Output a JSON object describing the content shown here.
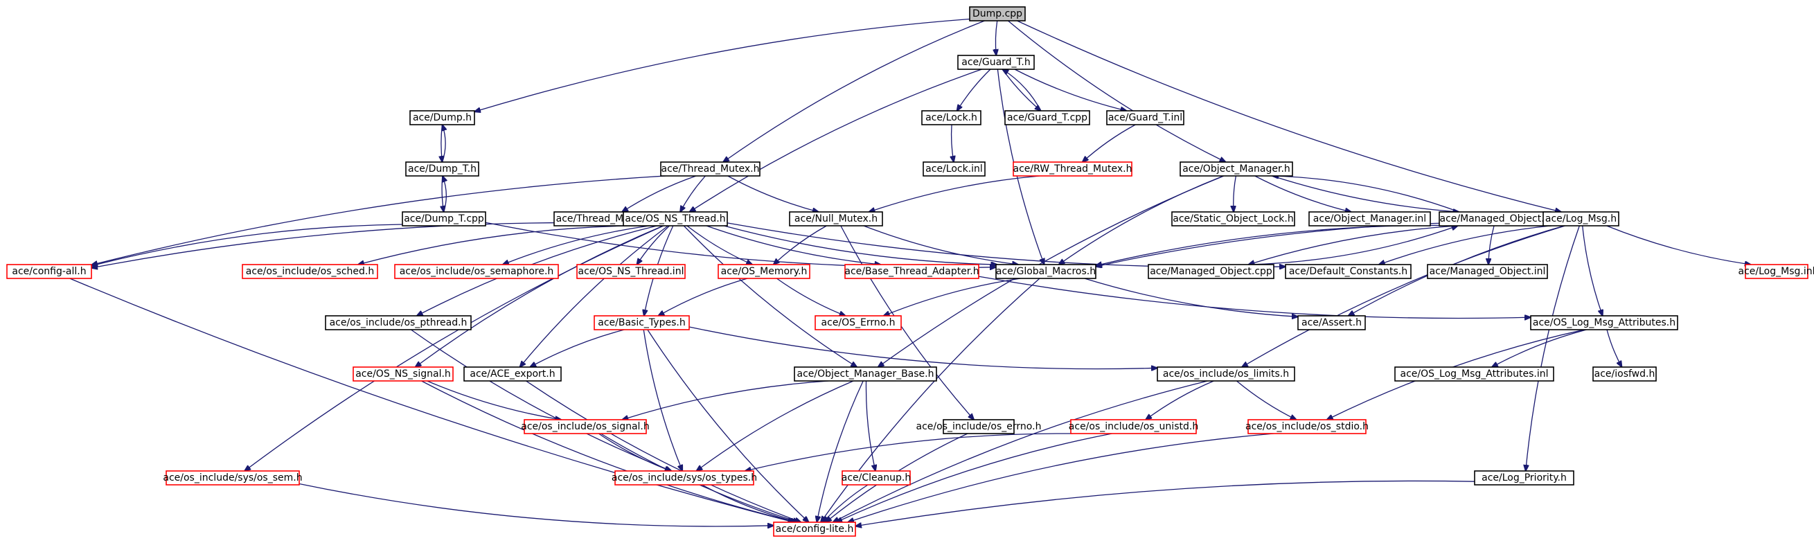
{
  "colors": {
    "edge": "#191970",
    "plain_border": "#000000",
    "missing_border": "#ff0000",
    "root_fill": "#bfbfbf"
  },
  "nodes": [
    {
      "id": "dump_cpp",
      "label": "Dump.cpp",
      "kind": "root"
    },
    {
      "id": "guard_t_h",
      "label": "ace/Guard_T.h",
      "kind": "plain"
    },
    {
      "id": "dump_h",
      "label": "ace/Dump.h",
      "kind": "plain"
    },
    {
      "id": "lock_h",
      "label": "ace/Lock.h",
      "kind": "plain"
    },
    {
      "id": "guard_t_cpp",
      "label": "ace/Guard_T.cpp",
      "kind": "plain"
    },
    {
      "id": "guard_t_inl",
      "label": "ace/Guard_T.inl",
      "kind": "plain"
    },
    {
      "id": "dump_t_h",
      "label": "ace/Dump_T.h",
      "kind": "plain"
    },
    {
      "id": "lock_inl",
      "label": "ace/Lock.inl",
      "kind": "plain"
    },
    {
      "id": "thread_mutex_h",
      "label": "ace/Thread_Mutex.h",
      "kind": "plain"
    },
    {
      "id": "rw_thread_mutex_h",
      "label": "ace/RW_Thread_Mutex.h",
      "kind": "red"
    },
    {
      "id": "object_manager_h",
      "label": "ace/Object_Manager.h",
      "kind": "plain"
    },
    {
      "id": "dump_t_cpp",
      "label": "ace/Dump_T.cpp",
      "kind": "plain"
    },
    {
      "id": "thread_mutex_inl",
      "label": "ace/Thread_Mutex.inl",
      "kind": "plain"
    },
    {
      "id": "os_ns_thread_h",
      "label": "ace/OS_NS_Thread.h",
      "kind": "plain"
    },
    {
      "id": "null_mutex_h",
      "label": "ace/Null_Mutex.h",
      "kind": "plain"
    },
    {
      "id": "static_object_lock_h",
      "label": "ace/Static_Object_Lock.h",
      "kind": "plain"
    },
    {
      "id": "object_manager_inl",
      "label": "ace/Object_Manager.inl",
      "kind": "plain"
    },
    {
      "id": "managed_object_h",
      "label": "ace/Managed_Object.h",
      "kind": "plain"
    },
    {
      "id": "log_msg_h",
      "label": "ace/Log_Msg.h",
      "kind": "plain"
    },
    {
      "id": "config_all_h",
      "label": "ace/config-all.h",
      "kind": "red"
    },
    {
      "id": "os_sched_h",
      "label": "ace/os_include/os_sched.h",
      "kind": "red"
    },
    {
      "id": "os_semaphore_h",
      "label": "ace/os_include/os_semaphore.h",
      "kind": "red"
    },
    {
      "id": "os_ns_thread_inl",
      "label": "ace/OS_NS_Thread.inl",
      "kind": "red"
    },
    {
      "id": "os_memory_h",
      "label": "ace/OS_Memory.h",
      "kind": "red"
    },
    {
      "id": "base_thread_adapter_h",
      "label": "ace/Base_Thread_Adapter.h",
      "kind": "red"
    },
    {
      "id": "global_macros_h",
      "label": "ace/Global_Macros.h",
      "kind": "plain"
    },
    {
      "id": "managed_object_cpp",
      "label": "ace/Managed_Object.cpp",
      "kind": "plain"
    },
    {
      "id": "default_constants_h",
      "label": "ace/Default_Constants.h",
      "kind": "plain"
    },
    {
      "id": "managed_object_inl",
      "label": "ace/Managed_Object.inl",
      "kind": "plain"
    },
    {
      "id": "log_msg_inl",
      "label": "ace/Log_Msg.inl",
      "kind": "red"
    },
    {
      "id": "os_pthread_h",
      "label": "ace/os_include/os_pthread.h",
      "kind": "plain"
    },
    {
      "id": "basic_types_h",
      "label": "ace/Basic_Types.h",
      "kind": "red"
    },
    {
      "id": "os_errno_h_red",
      "label": "ace/OS_Errno.h",
      "kind": "red"
    },
    {
      "id": "assert_h",
      "label": "ace/Assert.h",
      "kind": "plain"
    },
    {
      "id": "os_log_msg_attributes_h",
      "label": "ace/OS_Log_Msg_Attributes.h",
      "kind": "plain"
    },
    {
      "id": "os_ns_signal_h",
      "label": "ace/OS_NS_signal.h",
      "kind": "red"
    },
    {
      "id": "ace_export_h",
      "label": "ace/ACE_export.h",
      "kind": "plain"
    },
    {
      "id": "object_manager_base_h",
      "label": "ace/Object_Manager_Base.h",
      "kind": "plain"
    },
    {
      "id": "os_limits_h",
      "label": "ace/os_include/os_limits.h",
      "kind": "plain"
    },
    {
      "id": "os_log_msg_attributes_inl",
      "label": "ace/OS_Log_Msg_Attributes.inl",
      "kind": "plain"
    },
    {
      "id": "iosfwd_h",
      "label": "ace/iosfwd.h",
      "kind": "plain"
    },
    {
      "id": "os_signal_h",
      "label": "ace/os_include/os_signal.h",
      "kind": "red"
    },
    {
      "id": "os_errno_h",
      "label": "ace/os_include/os_errno.h",
      "kind": "plain"
    },
    {
      "id": "os_unistd_h",
      "label": "ace/os_include/os_unistd.h",
      "kind": "red"
    },
    {
      "id": "os_stdio_h",
      "label": "ace/os_include/os_stdio.h",
      "kind": "red"
    },
    {
      "id": "os_sem_h",
      "label": "ace/os_include/sys/os_sem.h",
      "kind": "red"
    },
    {
      "id": "os_types_h",
      "label": "ace/os_include/sys/os_types.h",
      "kind": "red"
    },
    {
      "id": "cleanup_h",
      "label": "ace/Cleanup.h",
      "kind": "red"
    },
    {
      "id": "log_priority_h",
      "label": "ace/Log_Priority.h",
      "kind": "plain"
    },
    {
      "id": "config_lite_h",
      "label": "ace/config-lite.h",
      "kind": "red"
    }
  ],
  "edges": [
    [
      "dump_cpp",
      "guard_t_h"
    ],
    [
      "dump_cpp",
      "dump_h"
    ],
    [
      "dump_cpp",
      "thread_mutex_h"
    ],
    [
      "dump_cpp",
      "object_manager_h"
    ],
    [
      "dump_cpp",
      "log_msg_h"
    ],
    [
      "guard_t_h",
      "lock_h"
    ],
    [
      "guard_t_h",
      "guard_t_cpp"
    ],
    [
      "guard_t_h",
      "guard_t_inl"
    ],
    [
      "guard_t_h",
      "os_ns_thread_h"
    ],
    [
      "guard_t_h",
      "global_macros_h"
    ],
    [
      "guard_t_cpp",
      "guard_t_h"
    ],
    [
      "lock_h",
      "lock_inl"
    ],
    [
      "guard_t_inl",
      "rw_thread_mutex_h"
    ],
    [
      "rw_thread_mutex_h",
      "null_mutex_h"
    ],
    [
      "dump_h",
      "dump_t_h"
    ],
    [
      "dump_t_h",
      "dump_h"
    ],
    [
      "dump_t_h",
      "dump_t_cpp"
    ],
    [
      "dump_t_cpp",
      "dump_t_h"
    ],
    [
      "dump_t_cpp",
      "config_all_h"
    ],
    [
      "dump_t_cpp",
      "global_macros_h"
    ],
    [
      "thread_mutex_h",
      "thread_mutex_inl"
    ],
    [
      "thread_mutex_h",
      "os_ns_thread_h"
    ],
    [
      "thread_mutex_h",
      "null_mutex_h"
    ],
    [
      "thread_mutex_h",
      "config_all_h"
    ],
    [
      "null_mutex_h",
      "global_macros_h"
    ],
    [
      "null_mutex_h",
      "os_memory_h"
    ],
    [
      "null_mutex_h",
      "os_errno_h"
    ],
    [
      "os_ns_thread_h",
      "config_all_h"
    ],
    [
      "os_ns_thread_h",
      "os_sched_h"
    ],
    [
      "os_ns_thread_h",
      "os_semaphore_h"
    ],
    [
      "os_ns_thread_h",
      "os_ns_thread_inl"
    ],
    [
      "os_ns_thread_h",
      "os_memory_h"
    ],
    [
      "os_ns_thread_h",
      "base_thread_adapter_h"
    ],
    [
      "os_ns_thread_h",
      "global_macros_h"
    ],
    [
      "os_ns_thread_h",
      "default_constants_h"
    ],
    [
      "os_ns_thread_h",
      "os_pthread_h"
    ],
    [
      "os_ns_thread_h",
      "basic_types_h"
    ],
    [
      "os_ns_thread_h",
      "os_ns_signal_h"
    ],
    [
      "os_ns_thread_h",
      "ace_export_h"
    ],
    [
      "os_ns_thread_h",
      "object_manager_base_h"
    ],
    [
      "os_ns_thread_h",
      "os_sem_h"
    ],
    [
      "object_manager_h",
      "static_object_lock_h"
    ],
    [
      "object_manager_h",
      "object_manager_inl"
    ],
    [
      "object_manager_h",
      "managed_object_h"
    ],
    [
      "object_manager_h",
      "global_macros_h"
    ],
    [
      "object_manager_h",
      "object_manager_base_h"
    ],
    [
      "managed_object_h",
      "object_manager_h"
    ],
    [
      "managed_object_h",
      "managed_object_cpp"
    ],
    [
      "managed_object_h",
      "managed_object_inl"
    ],
    [
      "managed_object_h",
      "global_macros_h"
    ],
    [
      "managed_object_cpp",
      "managed_object_h"
    ],
    [
      "log_msg_h",
      "log_msg_inl"
    ],
    [
      "log_msg_h",
      "default_constants_h"
    ],
    [
      "log_msg_h",
      "global_macros_h"
    ],
    [
      "log_msg_h",
      "assert_h"
    ],
    [
      "log_msg_h",
      "os_log_msg_attributes_h"
    ],
    [
      "log_msg_h",
      "os_limits_h"
    ],
    [
      "log_msg_h",
      "log_priority_h"
    ],
    [
      "os_memory_h",
      "os_errno_h_red"
    ],
    [
      "os_memory_h",
      "basic_types_h"
    ],
    [
      "global_macros_h",
      "os_errno_h_red"
    ],
    [
      "global_macros_h",
      "assert_h"
    ],
    [
      "global_macros_h",
      "config_lite_h"
    ],
    [
      "base_thread_adapter_h",
      "os_log_msg_attributes_h"
    ],
    [
      "os_pthread_h",
      "os_types_h"
    ],
    [
      "basic_types_h",
      "ace_export_h"
    ],
    [
      "basic_types_h",
      "os_limits_h"
    ],
    [
      "basic_types_h",
      "os_types_h"
    ],
    [
      "basic_types_h",
      "config_lite_h"
    ],
    [
      "os_log_msg_attributes_h",
      "os_log_msg_attributes_inl"
    ],
    [
      "os_log_msg_attributes_h",
      "iosfwd_h"
    ],
    [
      "os_log_msg_attributes_h",
      "os_stdio_h"
    ],
    [
      "os_ns_signal_h",
      "os_signal_h"
    ],
    [
      "os_ns_signal_h",
      "config_lite_h"
    ],
    [
      "ace_export_h",
      "config_lite_h"
    ],
    [
      "object_manager_base_h",
      "os_signal_h"
    ],
    [
      "object_manager_base_h",
      "os_types_h"
    ],
    [
      "object_manager_base_h",
      "cleanup_h"
    ],
    [
      "object_manager_base_h",
      "config_lite_h"
    ],
    [
      "os_limits_h",
      "os_unistd_h"
    ],
    [
      "os_limits_h",
      "os_stdio_h"
    ],
    [
      "os_limits_h",
      "config_lite_h"
    ],
    [
      "os_signal_h",
      "os_types_h"
    ],
    [
      "os_signal_h",
      "config_lite_h"
    ],
    [
      "os_unistd_h",
      "os_types_h"
    ],
    [
      "os_unistd_h",
      "config_lite_h"
    ],
    [
      "os_errno_h",
      "config_lite_h"
    ],
    [
      "os_stdio_h",
      "config_lite_h"
    ],
    [
      "os_sem_h",
      "config_lite_h"
    ],
    [
      "os_types_h",
      "config_lite_h"
    ],
    [
      "cleanup_h",
      "config_lite_h"
    ],
    [
      "log_priority_h",
      "config_lite_h"
    ],
    [
      "config_all_h",
      "config_lite_h"
    ]
  ]
}
